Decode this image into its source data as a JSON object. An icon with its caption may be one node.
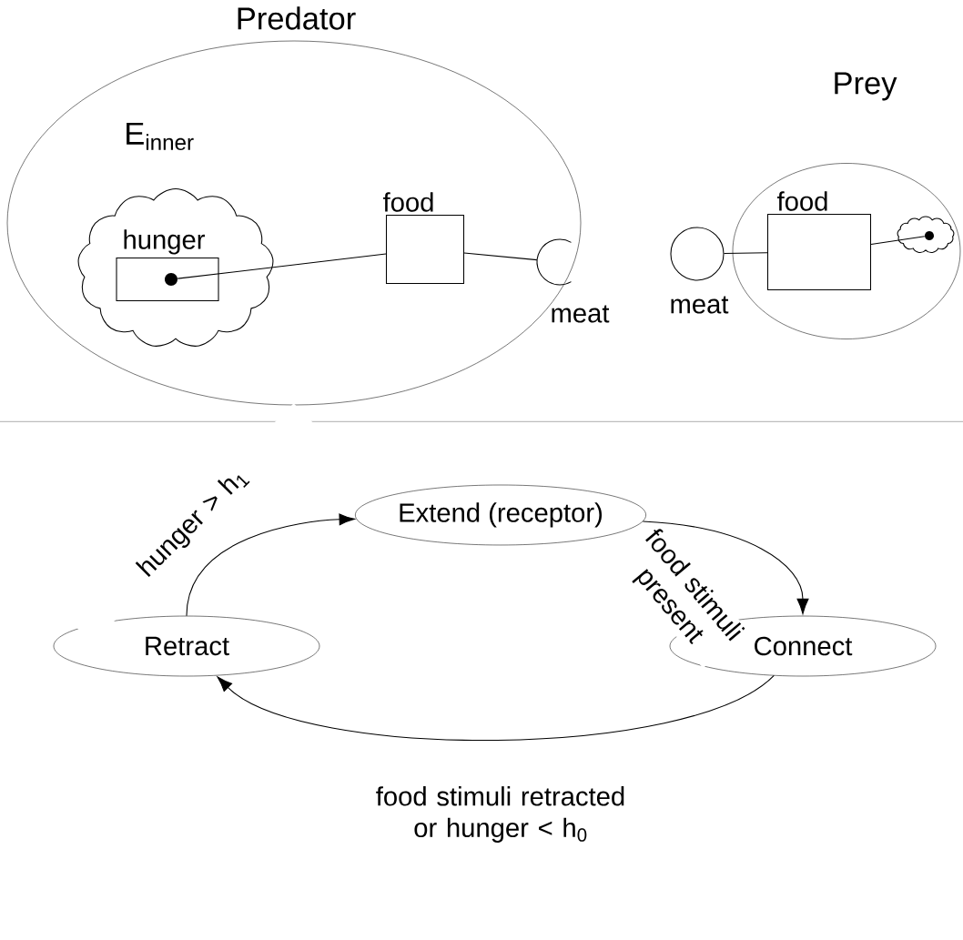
{
  "diagram": {
    "nodes": [
      {
        "text": [
          "Predator",
          "E$_{inner}$"
        ]
      },
      {
        "text": [],
        "shape": "cloud",
        "in": 0
      },
      {
        "text": [
          "hunger"
        ],
        "in": 1
      },
      {
        "text": [],
        "shape": "circle",
        "in": 2
      },
      {
        "text": [
          "food"
        ],
        "in": 0
      },
      {
        "text": [
          "meat"
        ]
      },
      {
        "text": [
          "Prey"
        ]
      },
      {
        "text": [
          "meat"
        ]
      },
      {
        "text": [
          "food"
        ],
        "in": 6
      },
      {
        "text": [],
        "shape": "cloud",
        "in": 6
      },
      {
        "text": [],
        "shape": "circle",
        "in": 9
      },
      {
        "text": [
          "Extend (receptor)"
        ]
      },
      {
        "text": [
          "Retract"
        ]
      },
      {
        "text": [
          "Connect"
        ]
      }
    ],
    "edges": [
      {
        "from": 3,
        "to": 4,
        "arrow": "none"
      },
      {
        "from": 4,
        "to": 5,
        "arrow": "none"
      },
      {
        "from": 7,
        "to": 8,
        "arrow": "none"
      },
      {
        "from": 8,
        "to": 10,
        "arrow": "none"
      },
      {
        "from": 12,
        "to": 11,
        "arrow": "to",
        "label": "hunger > h$_{1}$"
      },
      {
        "from": 11,
        "to": 13,
        "arrow": "to",
        "label": "food stimuli present"
      },
      {
        "from": 13,
        "to": 12,
        "arrow": "to",
        "label": "food stimuli retracted or hunger < h$_{0}$"
      }
    ]
  }
}
